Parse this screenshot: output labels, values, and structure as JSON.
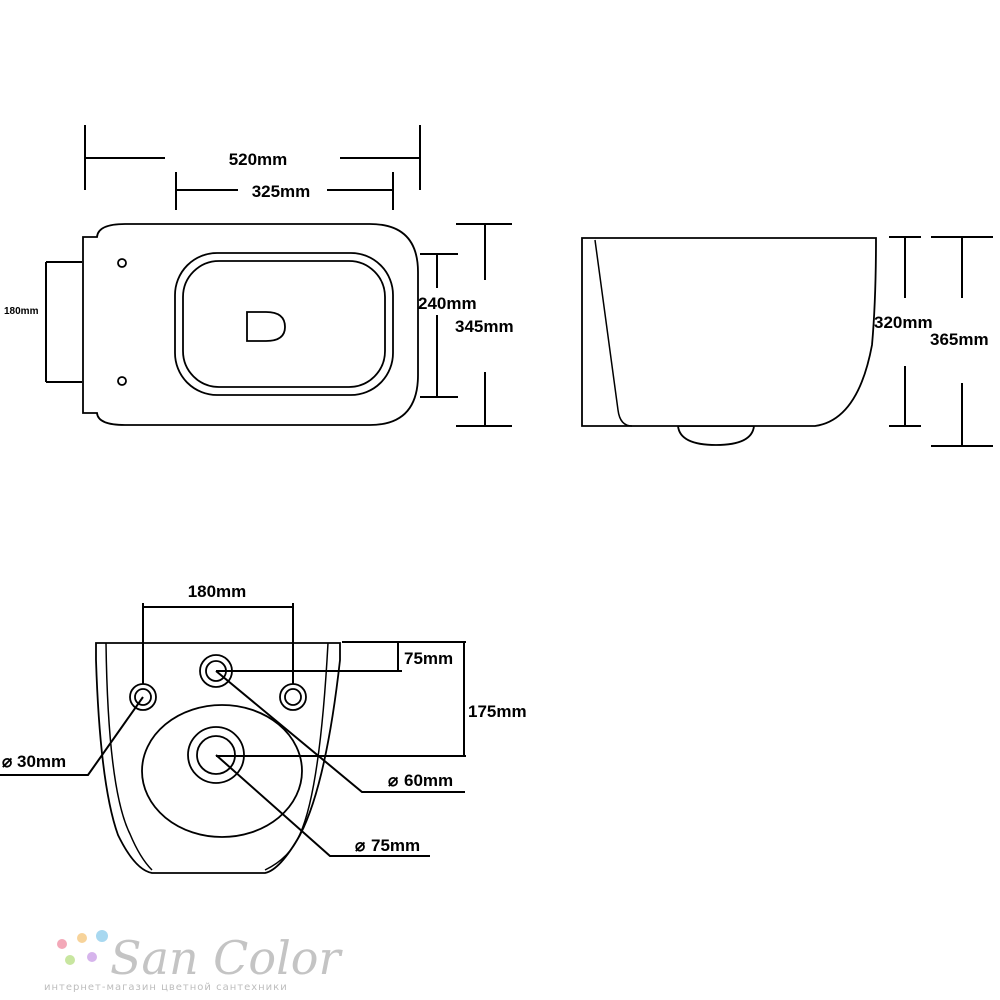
{
  "top_view": {
    "overall_width": "520mm",
    "seat_width": "325mm",
    "mounting_spacing": "180mm",
    "seat_depth": "240mm",
    "overall_depth": "345mm"
  },
  "side_view": {
    "bowl_height": "320mm",
    "total_height": "365mm"
  },
  "rear_view": {
    "bolt_spacing": "180mm",
    "inlet_offset": "75mm",
    "outlet_offset": "175mm",
    "bolt_diameter": "30mm",
    "inlet_diameter": "60mm",
    "outlet_diameter": "75mm",
    "diameter_symbol": "⌀"
  },
  "watermark": {
    "brand": "San Color",
    "tagline": "интернет-магазин цветной сантехники",
    "dot_colors": [
      "#f3a8b8",
      "#f7d39a",
      "#a8d8f0",
      "#c8e6a0",
      "#d6b4ec"
    ]
  }
}
